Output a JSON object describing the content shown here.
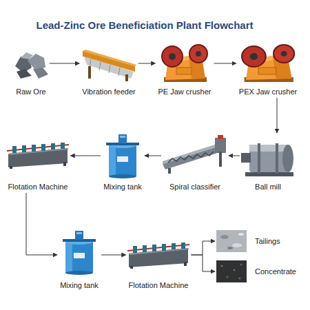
{
  "diagram": {
    "title": "Lead-Zinc Ore Beneficiation Plant Flowchart",
    "nodes": [
      {
        "text": [
          "Raw Ore"
        ]
      },
      {
        "text": [
          "Vibration feeder"
        ]
      },
      {
        "text": [
          "PE Jaw crusher"
        ]
      },
      {
        "text": [
          "PEX Jaw crusher"
        ]
      },
      {
        "text": [
          "Flotation Machine"
        ]
      },
      {
        "text": [
          "Mixing tank"
        ]
      },
      {
        "text": [
          "Spiral classifier"
        ]
      },
      {
        "text": [
          "Ball mill"
        ]
      },
      {
        "text": [
          "Mixing tank"
        ]
      },
      {
        "text": [
          "Flotation Machine"
        ]
      },
      {
        "text": [
          "Tailings"
        ]
      },
      {
        "text": [
          "Concentrate"
        ]
      }
    ],
    "edges": [
      {
        "from": 0,
        "to": 1,
        "arrow": "to"
      },
      {
        "from": 1,
        "to": 2,
        "arrow": "to"
      },
      {
        "from": 2,
        "to": 3,
        "arrow": "to"
      },
      {
        "from": 3,
        "to": 7,
        "arrow": "to"
      },
      {
        "from": 7,
        "to": 6,
        "arrow": "to"
      },
      {
        "from": 6,
        "to": 5,
        "arrow": "to"
      },
      {
        "from": 5,
        "to": 4,
        "arrow": "to"
      },
      {
        "from": 4,
        "to": 8,
        "arrow": "to"
      },
      {
        "from": 8,
        "to": 9,
        "arrow": "to"
      },
      {
        "from": 9,
        "to": 10,
        "arrow": "to"
      },
      {
        "from": 9,
        "to": 11,
        "arrow": "to"
      }
    ]
  }
}
